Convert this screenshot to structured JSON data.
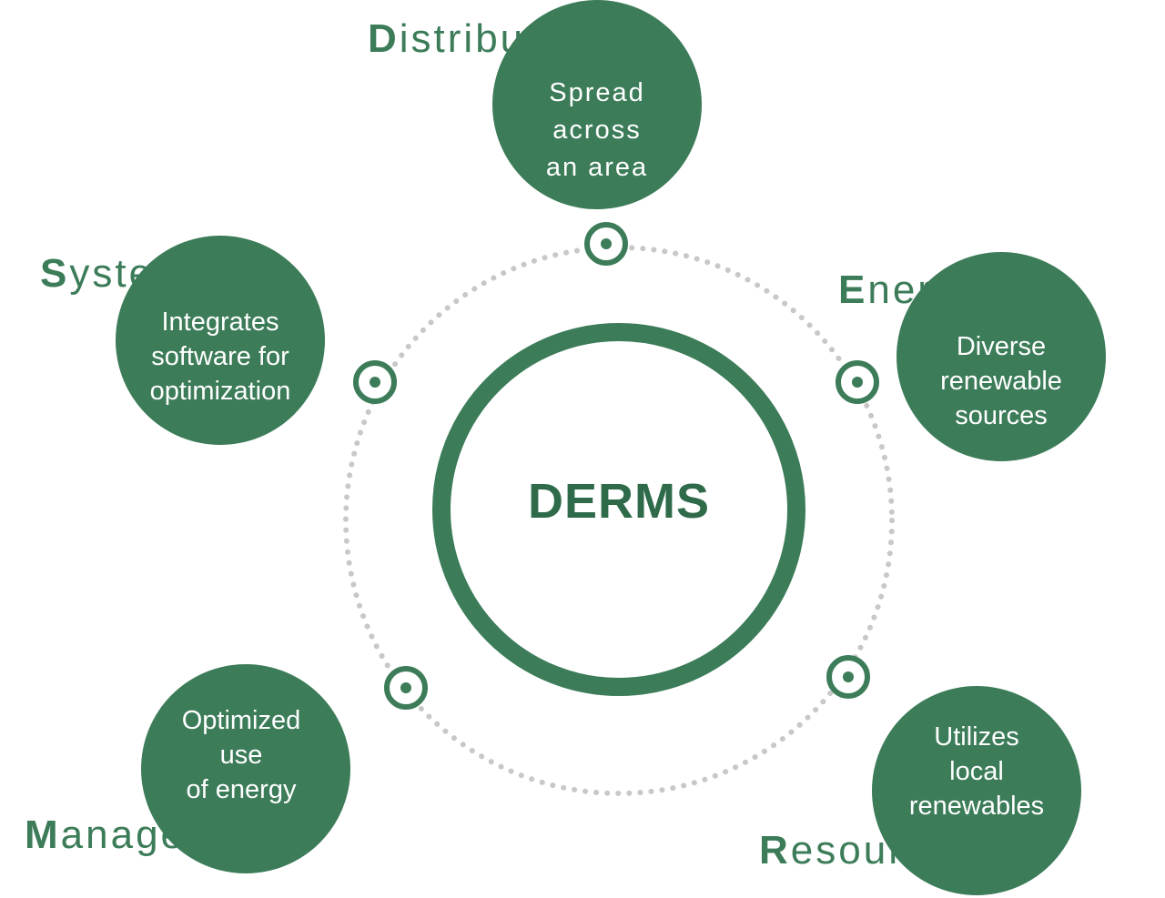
{
  "colors": {
    "node_fill": "#3c7c59",
    "center_ring": "#3c7c59",
    "center_text": "#2f6b4a",
    "dotted_ring": "#c8c8c8",
    "title_text": "#3c7c59",
    "desc_text": "#ffffff"
  },
  "center": {
    "label": "DERMS"
  },
  "nodes": [
    {
      "id": "distributed",
      "title_first": "D",
      "title_rest": "istributed",
      "description": "Spread\nacross\nan area"
    },
    {
      "id": "energy",
      "title_first": "E",
      "title_rest": "nergy",
      "description": "Diverse\nrenewable\nsources"
    },
    {
      "id": "resource",
      "title_first": "R",
      "title_rest": "esource",
      "description": "Utilizes\nlocal\nrenewables"
    },
    {
      "id": "management",
      "title_first": "M",
      "title_rest": "anagement",
      "description": "Optimized\nuse\nof energy"
    },
    {
      "id": "system",
      "title_first": "S",
      "title_rest": "ystem",
      "description": "Integrates\nsoftware for\noptimization"
    }
  ]
}
